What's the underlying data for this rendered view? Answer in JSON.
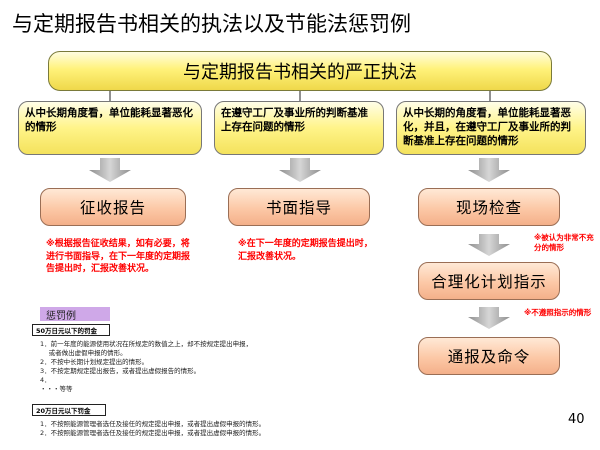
{
  "title": "与定期报告书相关的执法以及节能法惩罚例",
  "banner": "与定期报告书相关的严正执法",
  "conditions": [
    "从中长期角度看，单位能耗显著恶化的情形",
    "在遵守工厂及事业所的判断基准上存在问题的情形",
    "从中长期的角度看，单位能耗显著恶化，并且，在遵守工厂及事业所的判断基准上存在问题的情形"
  ],
  "actions": {
    "collect": "征收报告",
    "written": "书面指导",
    "inspect": "现场检查",
    "plan": "合理化计划指示",
    "notice": "通报及命令"
  },
  "notes": {
    "collect": "※根据报告征收结果，如有必要，将进行书面指导，在下一年度的定期报告提出时，汇报改善状况。",
    "written": "※在下一年度的定期报告提出时，汇报改善状况。",
    "inspect": "※被认为非常不充分的情形",
    "plan": "※不遵照指示的情形"
  },
  "penalty": {
    "label": "惩罚例",
    "box1": "50万日元以下的罚金",
    "items1": [
      "1．前一年度的能源使用状况在所规定的数值之上，却不按规定提出申报，",
      "　 或者做出虚假申报的情形。",
      "2．不按中长期计划规定提出的情形。",
      "3．不按定期规定提出报告，或者提出虚假报告的情形。",
      "4．",
      "・・・等等"
    ],
    "box2": "20万日元以下罚金",
    "items2": [
      "1．不按照能源管理者选任及接任的规定提出申报，或者提出虚假申报的情形。",
      "2．不按照能源管理者选任及接任的规定提出申报，或者提出虚假申报的情形。"
    ]
  },
  "page_number": "40",
  "colors": {
    "banner": "#fff27a",
    "condition": "#fff489",
    "action": "#fcc8a6",
    "arrow": "#a9a9a9",
    "note": "#ff0000",
    "penalty_label": "#cfa8e8"
  }
}
